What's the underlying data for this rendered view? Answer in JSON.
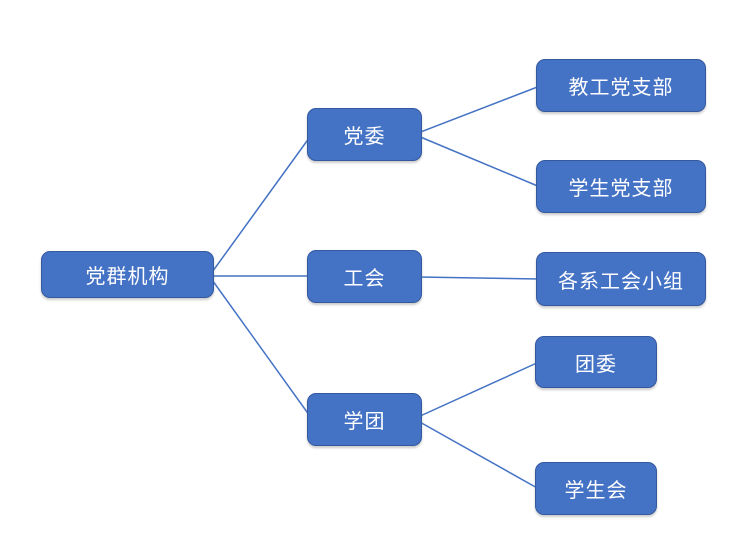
{
  "diagram": {
    "type": "org-chart",
    "orientation": "left-to-right",
    "colors": {
      "node_fill": "#4472C4",
      "node_border": "#35599F",
      "connector": "#4472C4",
      "node_text": "#FFFFFF",
      "background": "#FFFFFF"
    },
    "nodes": [
      {
        "id": "root",
        "label": "党群机构",
        "level": 1,
        "parent": null
      },
      {
        "id": "dangwei",
        "label": "党委",
        "level": 2,
        "parent": "root"
      },
      {
        "id": "gonghui",
        "label": "工会",
        "level": 2,
        "parent": "root"
      },
      {
        "id": "xuetuan",
        "label": "学团",
        "level": 2,
        "parent": "root"
      },
      {
        "id": "jiaogong-dangzhibu",
        "label": "教工党支部",
        "level": 3,
        "parent": "dangwei"
      },
      {
        "id": "xuesheng-dangzhibu",
        "label": "学生党支部",
        "level": 3,
        "parent": "dangwei"
      },
      {
        "id": "gexi-gonghui-xiaozu",
        "label": "各系工会小组",
        "level": 3,
        "parent": "gonghui"
      },
      {
        "id": "tuanwei",
        "label": "团委",
        "level": 3,
        "parent": "xuetuan"
      },
      {
        "id": "xueshenghui",
        "label": "学生会",
        "level": 3,
        "parent": "xuetuan"
      }
    ],
    "edges": [
      {
        "from": "党群机构",
        "to": "党委"
      },
      {
        "from": "党群机构",
        "to": "工会"
      },
      {
        "from": "党群机构",
        "to": "学团"
      },
      {
        "from": "党委",
        "to": "教工党支部"
      },
      {
        "from": "党委",
        "to": "学生党支部"
      },
      {
        "from": "工会",
        "to": "各系工会小组"
      },
      {
        "from": "学团",
        "to": "团委"
      },
      {
        "from": "学团",
        "to": "学生会"
      }
    ]
  }
}
